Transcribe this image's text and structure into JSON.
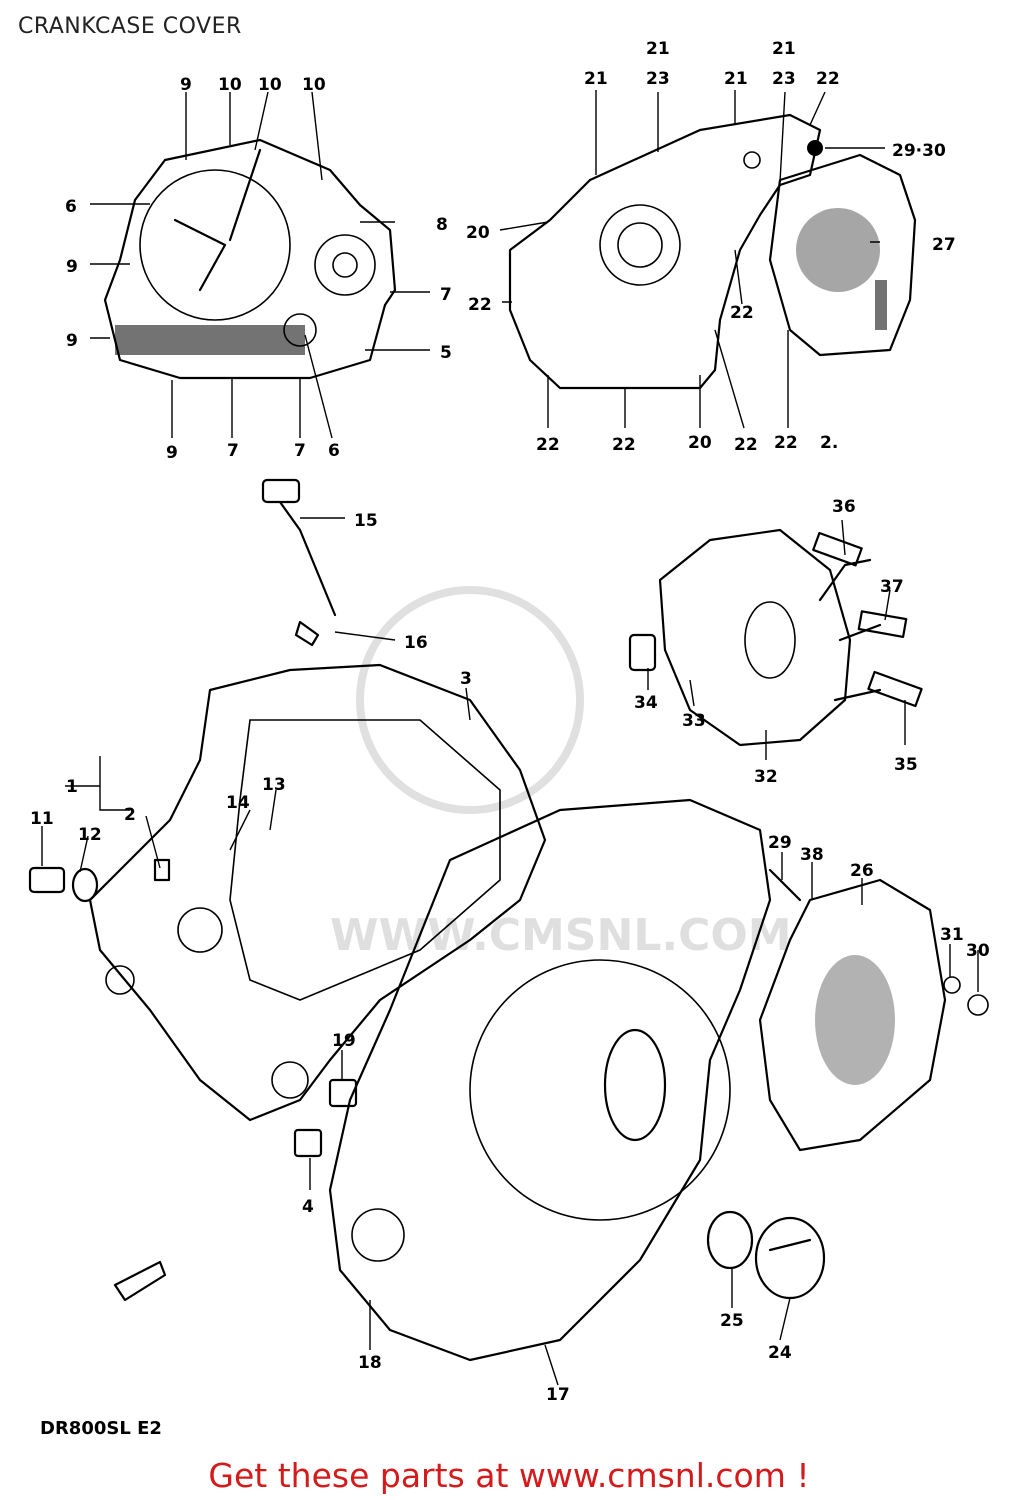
{
  "title": "CRANKCASE COVER",
  "model": "DR800SL  E2",
  "footer": "Get these parts at www.cmsnl.com !",
  "watermark": "WWW.CMSNL.COM",
  "colors": {
    "footer": "#d41a1a",
    "lines": "#000000",
    "background": "#ffffff"
  },
  "callouts": [
    "9",
    "10",
    "10",
    "10",
    "6",
    "8",
    "9",
    "7",
    "9",
    "5",
    "9",
    "7",
    "7",
    "6",
    "21",
    "21",
    "23",
    "21",
    "21",
    "23",
    "22",
    "29·30",
    "20",
    "27",
    "22",
    "22",
    "22",
    "22",
    "22",
    "20",
    "22",
    "2.",
    "15",
    "16",
    "36",
    "37",
    "3",
    "34",
    "33",
    "35",
    "32",
    "1",
    "2",
    "11",
    "12",
    "13",
    "14",
    "29",
    "38",
    "26",
    "31",
    "30",
    "19",
    "4",
    "25",
    "24",
    "18",
    "17"
  ]
}
